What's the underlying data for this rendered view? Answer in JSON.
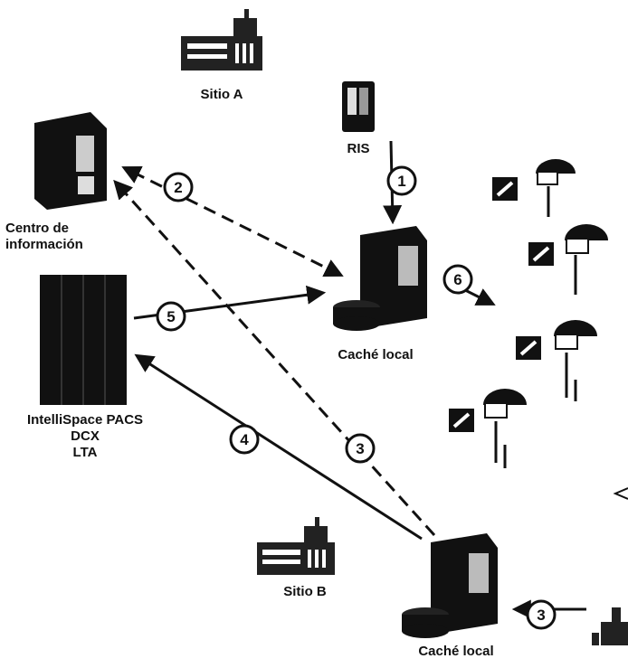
{
  "labels": {
    "site_a": "Sitio A",
    "site_b": "Sitio B",
    "ris": "RIS",
    "info_center_line1": "Centro de",
    "info_center_line2": "información",
    "pacs_line1": "IntelliSpace PACS",
    "pacs_line2": "DCX",
    "pacs_line3": "LTA",
    "local_cache_top": "Caché local",
    "local_cache_bottom": "Caché local"
  },
  "steps": {
    "s1": "1",
    "s2": "2",
    "s3a": "3",
    "s3b": "3",
    "s4": "4",
    "s5": "5",
    "s6": "6"
  },
  "icons": {
    "site": "building-icon",
    "server": "server-icon",
    "cache": "cache-server-icon",
    "workstation": "workstation-icon",
    "user": "user-icon"
  },
  "colors": {
    "ink": "#111111",
    "background": "#ffffff"
  }
}
